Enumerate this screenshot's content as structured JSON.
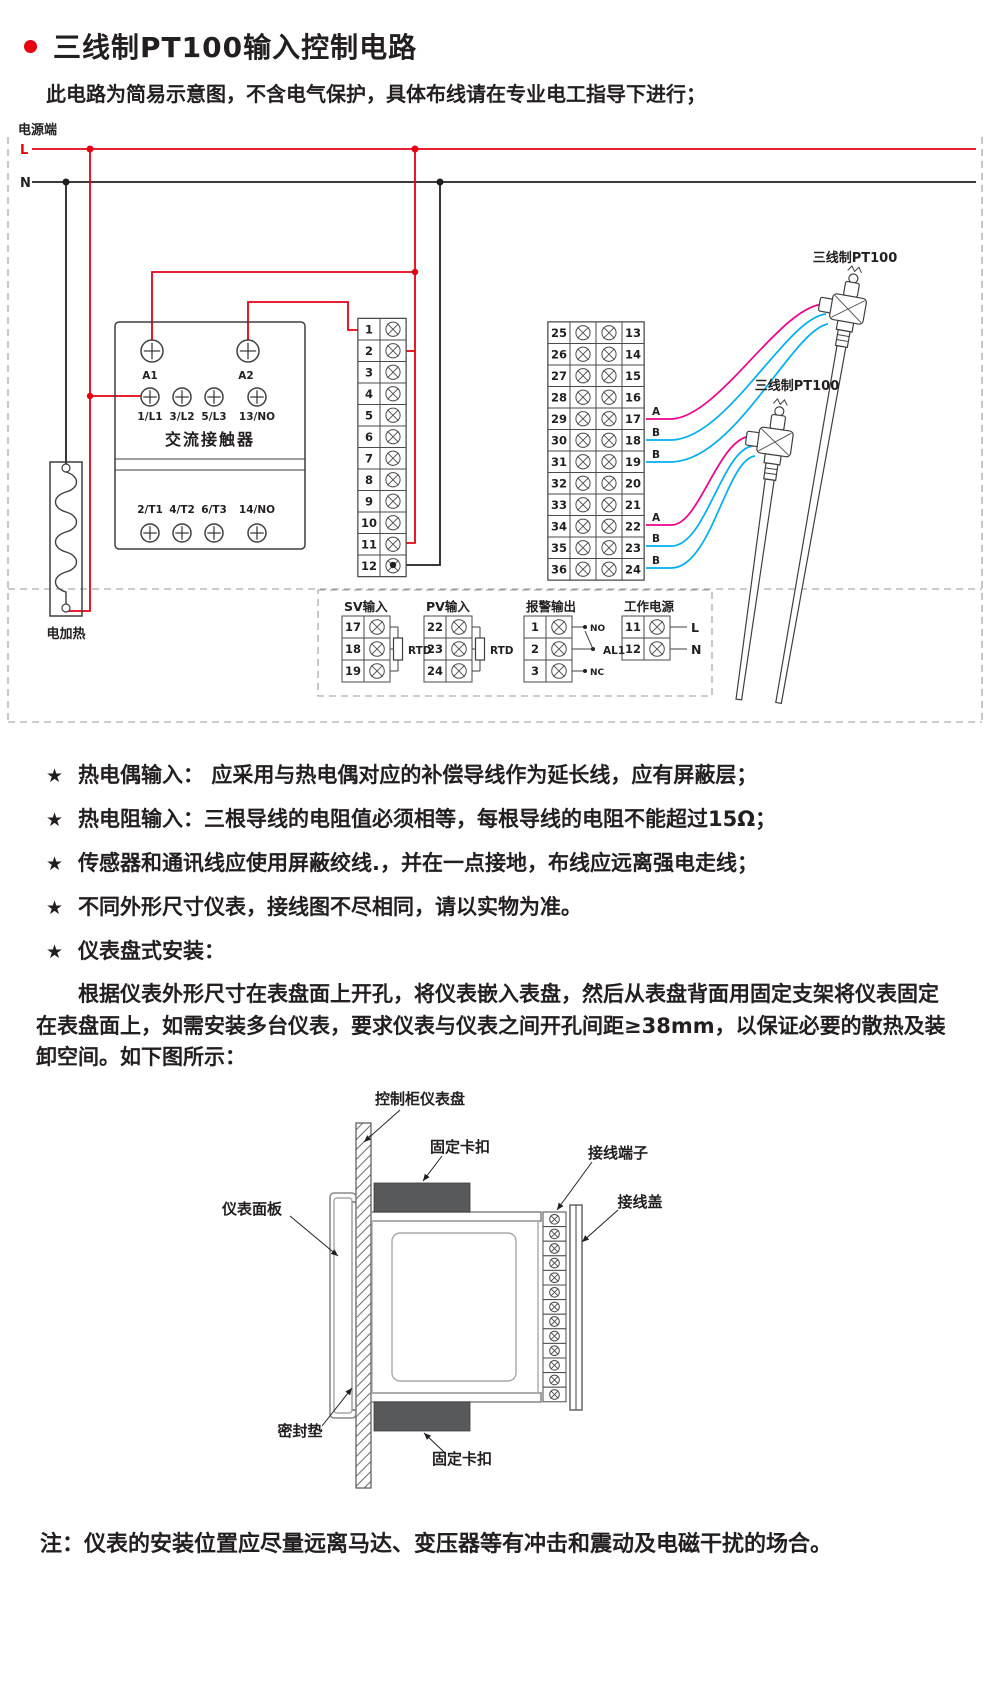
{
  "page": {
    "title": "三线制PT100输入控制电路",
    "subtitle": "此电路为简易示意图，不含电气保护，具体布线请在专业电工指导下进行；",
    "footer_note": "注：仪表的安装位置应尽量远离马达、变压器等有冲击和震动及电磁干扰的场合。"
  },
  "colors": {
    "accent_red": "#e60012",
    "wire_black": "#231f20",
    "wire_magenta": "#ec008c",
    "wire_cyan": "#00aeef",
    "clip_gray": "#58595b"
  },
  "wiring": {
    "power_section_label": "电源端",
    "line_live": "L",
    "line_neutral": "N",
    "heater_label": "电加热",
    "contactor": {
      "name": "交流接触器",
      "coil_terminals": [
        "A1",
        "A2"
      ],
      "top_terminals": [
        "1/L1",
        "3/L2",
        "5/L3",
        "13/NO"
      ],
      "bottom_terminals": [
        "2/T1",
        "4/T2",
        "6/T3",
        "14/NO"
      ]
    },
    "left_strip": [
      "1",
      "2",
      "3",
      "4",
      "5",
      "6",
      "7",
      "8",
      "9",
      "10",
      "11",
      "12"
    ],
    "right_strip_left": [
      "25",
      "26",
      "27",
      "28",
      "29",
      "30",
      "31",
      "32",
      "33",
      "34",
      "35",
      "36"
    ],
    "right_strip_right": [
      "13",
      "14",
      "15",
      "16",
      "17",
      "18",
      "19",
      "20",
      "21",
      "22",
      "23",
      "24"
    ],
    "sensor1_label": "三线制PT100",
    "sensor2_label": "三线制PT100",
    "rtd_marks_top": [
      "A",
      "B",
      "B"
    ],
    "rtd_marks_bottom": [
      "A",
      "B",
      "B"
    ],
    "io_groups": {
      "sv": {
        "title": "SV输入",
        "terminals": [
          "17",
          "18",
          "19"
        ],
        "tag": "RTD"
      },
      "pv": {
        "title": "PV输入",
        "terminals": [
          "22",
          "23",
          "24"
        ],
        "tag": "RTD"
      },
      "alarm": {
        "title": "报警输出",
        "terminals": [
          "1",
          "2",
          "3"
        ],
        "no_label": "NO",
        "nc_label": "NC",
        "tag": "AL1"
      },
      "power": {
        "title": "工作电源",
        "terminals": [
          "11",
          "12"
        ],
        "live_label": "L",
        "neutral_label": "N"
      }
    }
  },
  "notes": [
    {
      "bullet": "★",
      "text": "热电偶输入： 应采用与热电偶对应的补偿导线作为延长线，应有屏蔽层；"
    },
    {
      "bullet": "★",
      "text": "热电阻输入：三根导线的电阻值必须相等，每根导线的电阻不能超过15Ω；"
    },
    {
      "bullet": "★",
      "text": "传感器和通讯线应使用屏蔽绞线.，并在一点接地，布线应远离强电走线；"
    },
    {
      "bullet": "★",
      "text": "不同外形尺寸仪表，接线图不尽相同，请以实物为准。"
    },
    {
      "bullet": "★",
      "text": "仪表盘式安装："
    }
  ],
  "install": {
    "paragraph": "根据仪表外形尺寸在表盘面上开孔，将仪表嵌入表盘，然后从表盘背面用固定支架将仪表固定在表盘面上，如需安装多台仪表，要求仪表与仪表之间开孔间距≥38mm，以保证必要的散热及装卸空间。如下图所示：",
    "labels": {
      "panel": "控制柜仪表盘",
      "clip_top": "固定卡扣",
      "terminal_block": "接线端子",
      "cover": "接线盖",
      "front_panel": "仪表面板",
      "gasket": "密封垫",
      "clip_bottom": "固定卡扣"
    }
  }
}
